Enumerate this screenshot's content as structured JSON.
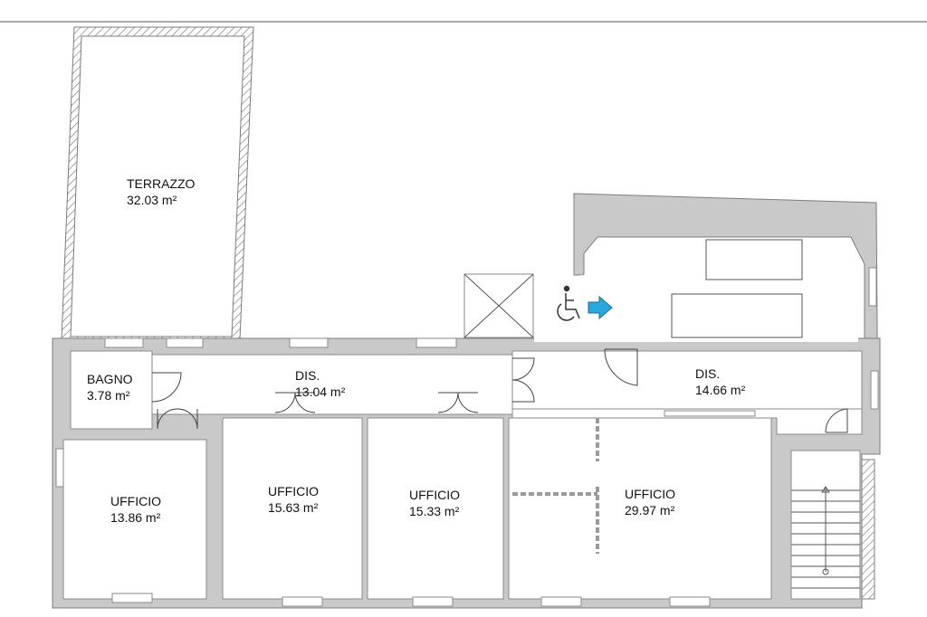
{
  "rooms": [
    {
      "name": "TERRAZZO",
      "area": "32.03 m²"
    },
    {
      "name": "BAGNO",
      "area": "3.78 m²"
    },
    {
      "name": "DIS.",
      "area": "13.04 m²"
    },
    {
      "name": "DIS.",
      "area": "14.66 m²"
    },
    {
      "name": "UFFICIO",
      "area": "13.86 m²"
    },
    {
      "name": "UFFICIO",
      "area": "15.63 m²"
    },
    {
      "name": "UFFICIO",
      "area": "15.33 m²"
    },
    {
      "name": "UFFICIO",
      "area": "29.97 m²"
    }
  ],
  "symbols": {
    "accessibility_icon": "wheelchair-icon",
    "entrance_icon": "arrow-right-icon",
    "accent_color": "#29a8e0"
  }
}
